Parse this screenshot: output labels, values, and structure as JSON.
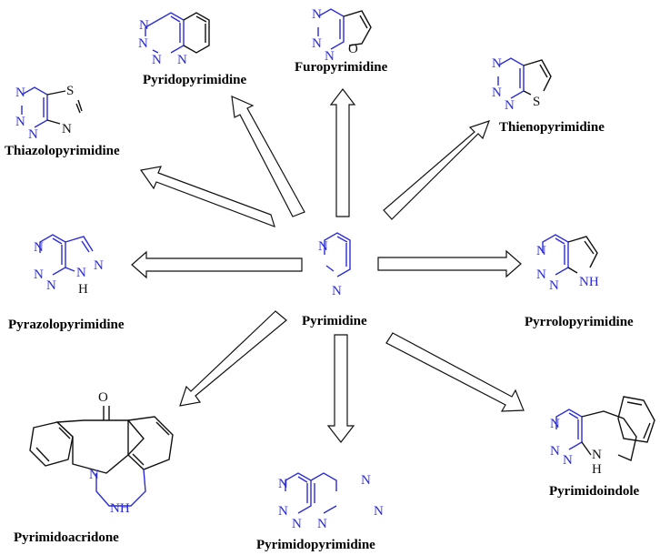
{
  "colors": {
    "heteroring": "#2b2bd9",
    "carbocycle": "#111111",
    "arrow_stroke": "#111111",
    "arrow_fill": "#ffffff"
  },
  "center": {
    "label": "Pyrimidine"
  },
  "derivatives": [
    {
      "id": "pyridopyrimidine",
      "label": "Pyridopyrimidine"
    },
    {
      "id": "furopyrimidine",
      "label": "Furopyrimidine"
    },
    {
      "id": "thienopyrimidine",
      "label": "Thienopyrimidine"
    },
    {
      "id": "thiazolopyrimidine",
      "label": "Thiazolopyrimidine"
    },
    {
      "id": "pyrazolopyrimidine",
      "label": "Pyrazolopyrimidine"
    },
    {
      "id": "pyrrolopyrimidine",
      "label": "Pyrrolopyrimidine"
    },
    {
      "id": "pyrimidoacridone",
      "label": "Pyrimidoacridone"
    },
    {
      "id": "pyrimidopyrimidine",
      "label": "Pyrimidopyrimidine"
    },
    {
      "id": "pyrimidoindole",
      "label": "Pyrimidoindole"
    }
  ],
  "atoms": {
    "n": "N",
    "o": "O",
    "s": "S",
    "h": "H",
    "nh": "NH"
  }
}
